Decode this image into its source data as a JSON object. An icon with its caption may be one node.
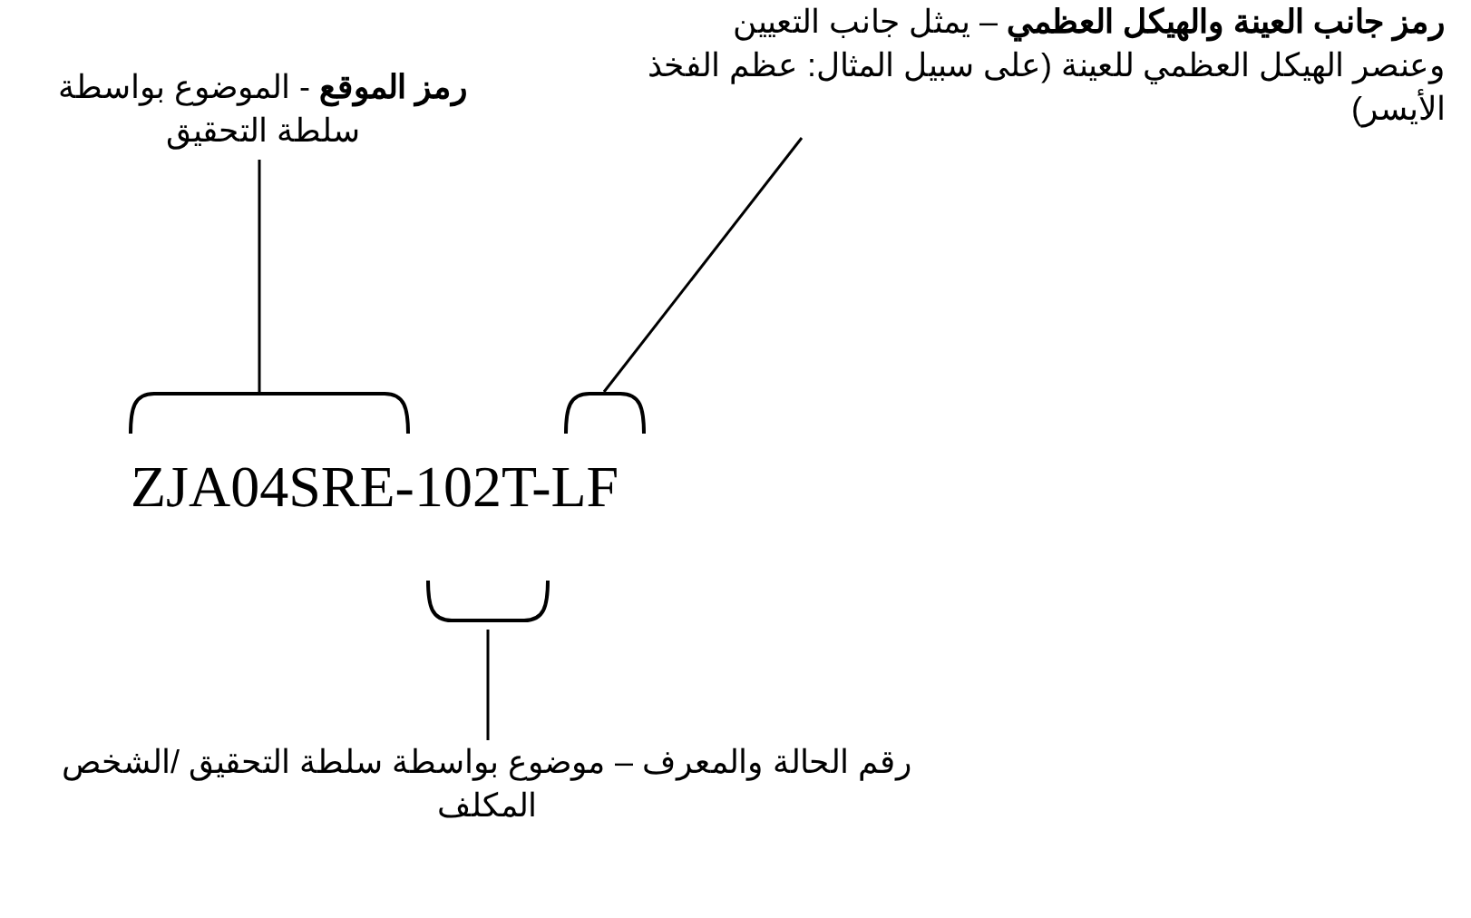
{
  "diagram": {
    "nodes": [
      {
        "text": [
          "**رمز جانب العينة والهيكل العظمي** – يمثل جانب التعيين وعنصر الهيكل العظمي للعينة (على سبيل المثال: عظم الفخذ الأيسر)"
        ]
      },
      {
        "text": [
          "**رمز الموقع** - الموضوع بواسطة سلطة التحقيق"
        ]
      },
      {
        "text": [],
        "shape": "bracket"
      },
      {
        "text": [],
        "shape": "bracket"
      },
      {
        "text": [],
        "shape": "bracket"
      },
      {
        "text": [
          "رقم الحالة والمعرف – موضوع بواسطة سلطة التحقيق /الشخص المكلف"
        ]
      }
    ],
    "edges": [
      {
        "from": 1,
        "to": 2,
        "arrow": "none"
      },
      {
        "from": 0,
        "to": 3,
        "arrow": "none"
      },
      {
        "from": 5,
        "to": 4,
        "arrow": "none"
      }
    ],
    "labels": [
      "ZJA04SRE-102T-LF"
    ]
  }
}
